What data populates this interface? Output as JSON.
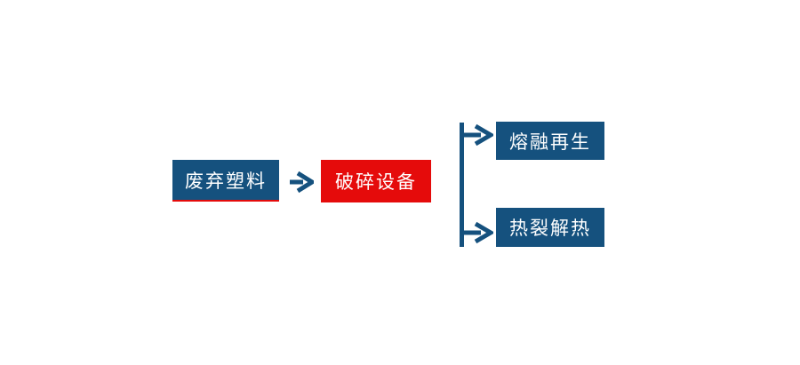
{
  "diagram": {
    "type": "flowchart",
    "description": "Waste plastic recycling process flow",
    "colors": {
      "primary_blue": "#15517e",
      "accent_red": "#e50b0b",
      "text_white": "#ffffff",
      "background": "#ffffff"
    },
    "nodes": [
      {
        "id": "waste-plastic",
        "label": "废弃塑料",
        "fill": "#15517e",
        "underline": "#e50b0b"
      },
      {
        "id": "crushing-equipment",
        "label": "破碎设备",
        "fill": "#e50b0b"
      },
      {
        "id": "melt-regeneration",
        "label": "熔融再生",
        "fill": "#15517e"
      },
      {
        "id": "pyrolysis-heat",
        "label": "热裂解热",
        "fill": "#15517e"
      }
    ],
    "edges": [
      {
        "from": "waste-plastic",
        "to": "crushing-equipment",
        "style": "arrow"
      },
      {
        "from": "crushing-equipment",
        "to": "melt-regeneration",
        "style": "branch-arrow"
      },
      {
        "from": "crushing-equipment",
        "to": "pyrolysis-heat",
        "style": "branch-arrow"
      }
    ]
  }
}
